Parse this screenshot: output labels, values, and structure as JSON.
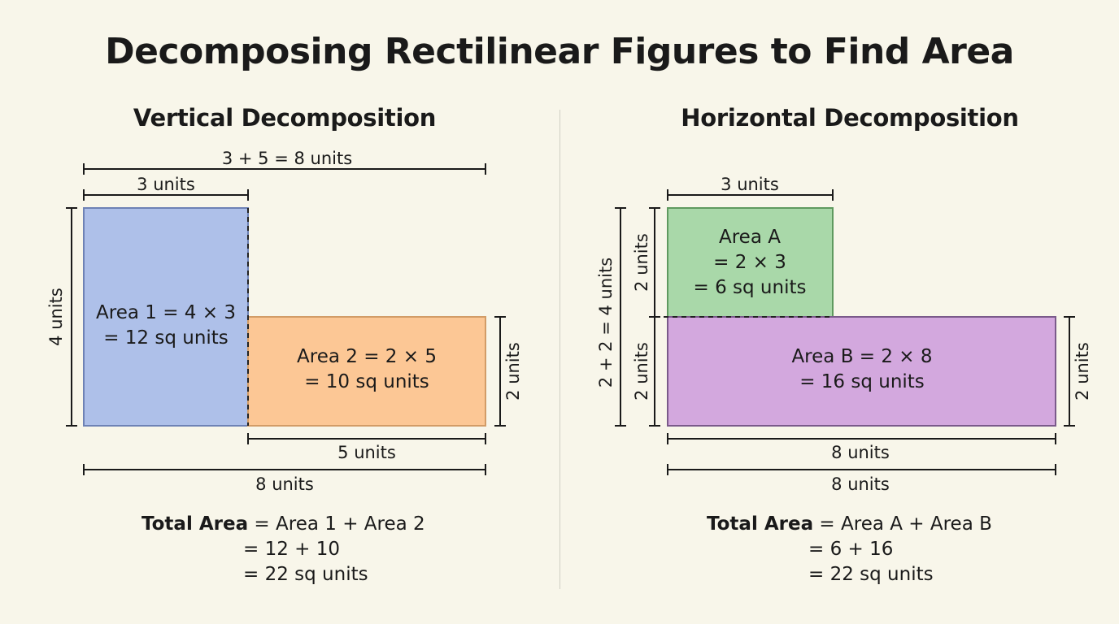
{
  "title": "Decomposing Rectilinear Figures to Find Area",
  "left": {
    "heading": "Vertical Decomposition",
    "dim_top_total": "3 + 5 = 8 units",
    "dim_top_part": "3 units",
    "dim_left": "4 units",
    "dim_right": "2 units",
    "dim_bottom_part": "5 units",
    "dim_bottom_total": "8 units",
    "area1_line1": "Area 1 = 4 × 3",
    "area1_line2": "= 12 sq units",
    "area2_line1": "Area 2 = 2 × 5",
    "area2_line2": "= 10 sq units",
    "total_label": "Total Area",
    "total_line1": " = Area 1 + Area 2",
    "total_line2": "= 12 + 10",
    "total_line3": "= 22 sq units",
    "colors": {
      "area1": "#aec0e9",
      "area1_border": "#6e82b5",
      "area2": "#fcc795",
      "area2_border": "#d29c67"
    }
  },
  "right": {
    "heading": "Horizontal Decomposition",
    "dim_top_part": "3 units",
    "dim_left_total": "2 + 2 = 4 units",
    "dim_left_upper": "2 units",
    "dim_left_lower": "2 units",
    "dim_right": "2 units",
    "dim_bottom_1": "8 units",
    "dim_bottom_2": "8 units",
    "areaA_line1": "Area A",
    "areaA_line2": "= 2 × 3",
    "areaA_line3": "= 6 sq units",
    "areaB_line1": "Area B = 2 × 8",
    "areaB_line2": "= 16 sq units",
    "total_label": "Total Area",
    "total_line1": " = Area A + Area B",
    "total_line2": "= 6 + 16",
    "total_line3": "= 22 sq units",
    "colors": {
      "areaA": "#a9d8a9",
      "areaA_border": "#5f9a5f",
      "areaB": "#d3a8de",
      "areaB_border": "#7a5a8a"
    }
  }
}
